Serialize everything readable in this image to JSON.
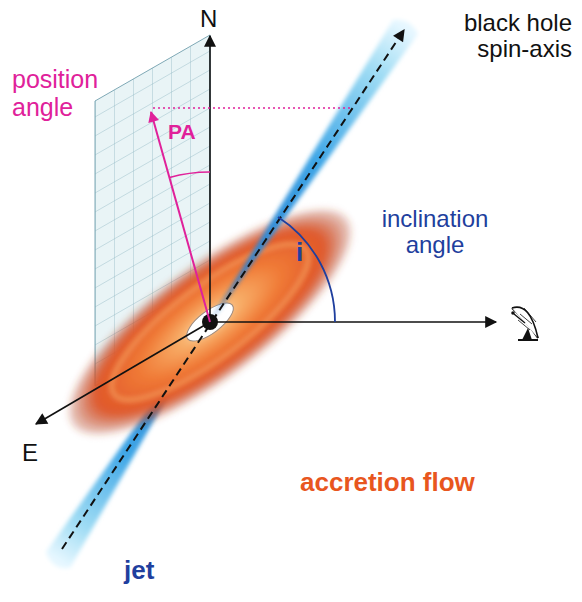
{
  "diagram": {
    "labels": [
      "N",
      "position angle",
      "PA",
      "black hole spin-axis",
      "inclination angle",
      "i",
      "E",
      "accretion flow",
      "jet"
    ]
  }
}
